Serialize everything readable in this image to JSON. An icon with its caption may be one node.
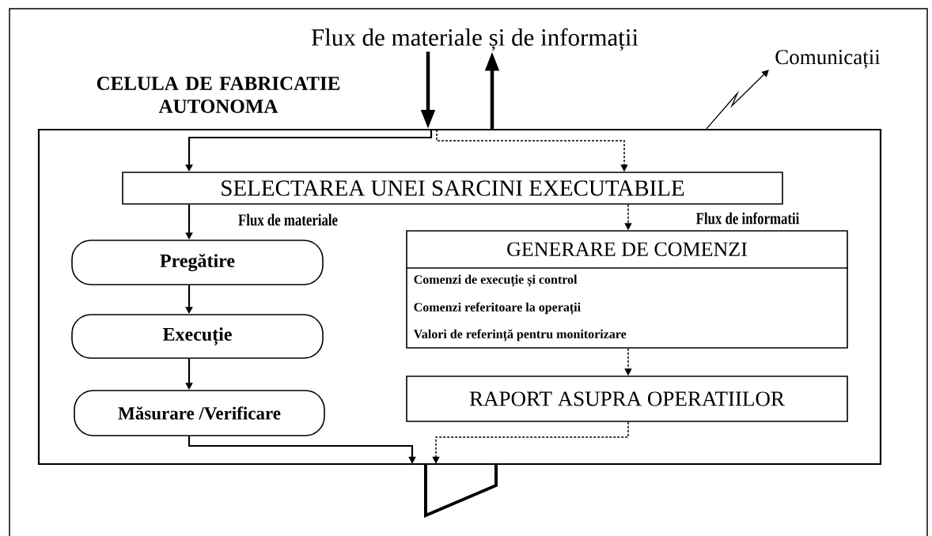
{
  "diagram": {
    "nodes": [
      {
        "text": [
          "CELULA DE FABRICATIE AUTONOMA"
        ]
      },
      {
        "text": [
          "SELECTAREA UNEI SARCINI EXECUTABILE"
        ],
        "in": 0
      },
      {
        "text": [
          "Pregătire"
        ],
        "in": 0
      },
      {
        "text": [
          "Execuție"
        ],
        "in": 0
      },
      {
        "text": [
          "Măsurare /Verificare"
        ],
        "in": 0
      },
      {
        "text": [
          "GENERARE DE COMENZI",
          "Comenzi de execuție și control",
          "Comenzi referitoare la operații",
          "Valori de referință pentru monitorizare"
        ],
        "in": 0
      },
      {
        "text": [
          "RAPORT ASUPRA OPERATIILOR"
        ],
        "in": 0
      },
      {
        "text": [
          "Flux de materiale și de informații"
        ]
      },
      {
        "text": [
          "Comunicații"
        ]
      },
      {
        "text": [],
        "shape": "funnel"
      }
    ],
    "edges": [
      {
        "from": 7,
        "to": 0,
        "arrow": "to",
        "style": "thick"
      },
      {
        "from": 0,
        "to": 7,
        "arrow": "to",
        "style": "thick"
      },
      {
        "from": 0,
        "to": 8,
        "arrow": "to"
      },
      {
        "from": null,
        "to": 1,
        "arrow": "to"
      },
      {
        "from": null,
        "to": 1,
        "arrow": "to",
        "style": "dashed"
      },
      {
        "from": 1,
        "to": 2,
        "arrow": "to",
        "label": "Flux de materiale"
      },
      {
        "from": 2,
        "to": 3,
        "arrow": "to"
      },
      {
        "from": 3,
        "to": 4,
        "arrow": "to"
      },
      {
        "from": 1,
        "to": 5,
        "arrow": "to",
        "style": "dashed",
        "label": "Flux de informatii"
      },
      {
        "from": 5,
        "to": 6,
        "arrow": "to",
        "style": "dashed"
      },
      {
        "from": 4,
        "to": 9,
        "arrow": "to"
      },
      {
        "from": 6,
        "to": 9,
        "arrow": "to",
        "style": "dashed"
      }
    ]
  }
}
